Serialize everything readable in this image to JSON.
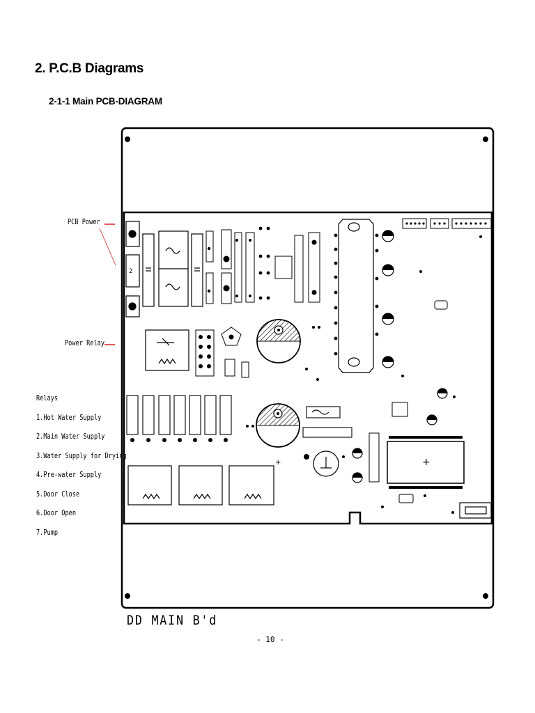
{
  "header": {
    "title": "2. P.C.B Diagrams",
    "subtitle": "2-1-1 Main PCB-DIAGRAM"
  },
  "callouts": {
    "pcb_power": "PCB Power",
    "power_relay": "Power Relay"
  },
  "relays": {
    "heading": "Relays",
    "items": [
      "1.Hot Water Supply",
      "2.Main Water Supply",
      "3.Water Supply for Drying",
      "4.Pre-water Supply",
      "5.Door Close",
      "6.Door Open",
      "7.Pump"
    ]
  },
  "board": {
    "title": "DD MAIN B'd"
  },
  "footer": {
    "page_number": "- 10 -"
  },
  "colors": {
    "callout_line": "#cc2222",
    "ink": "#000000"
  }
}
